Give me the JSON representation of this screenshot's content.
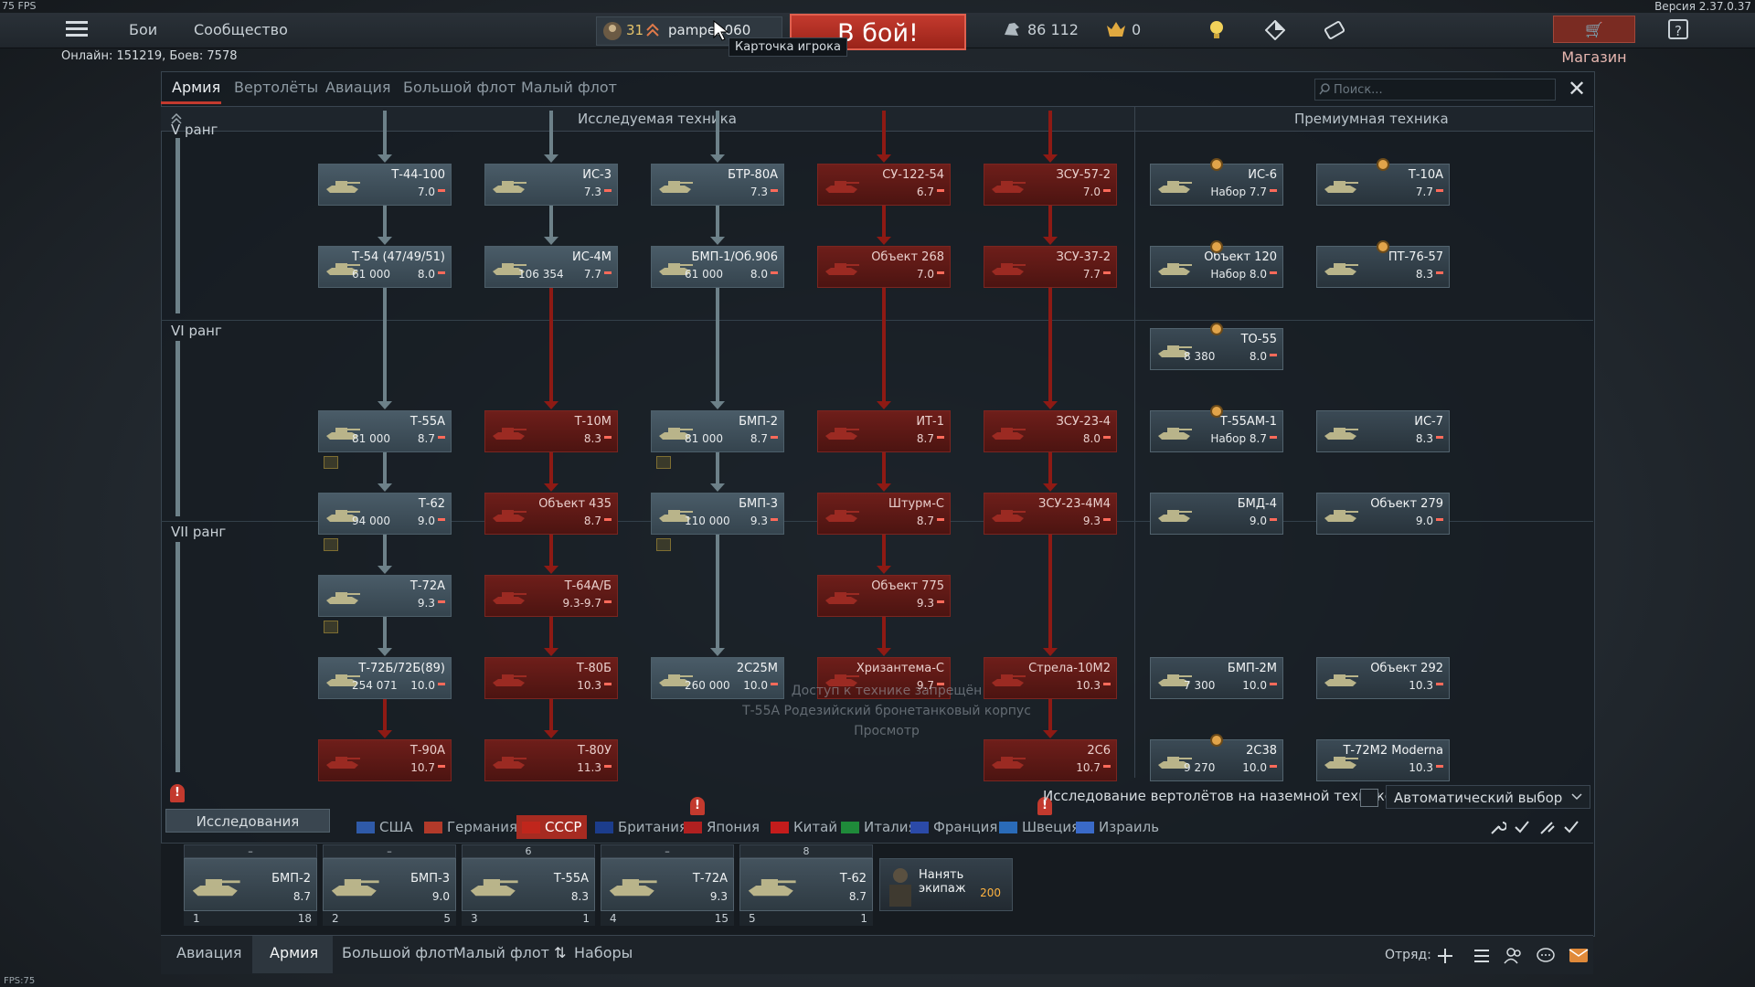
{
  "fps_top": "75 FPS",
  "version": "Версия 2.37.0.37",
  "fps_bottom": "FPS:75",
  "topbar": {
    "battles": "Бои",
    "community": "Сообщество",
    "player_level": "31",
    "player_name": "pampe..060",
    "battle_button": "В бой!",
    "tooltip": "Карточка игрока",
    "silver_lions": "86 112",
    "golden_eagles": "0",
    "shop": "Магазин",
    "help": "?"
  },
  "online_text": "Онлайн: 151219, Боев: 7578",
  "panel": {
    "tabs": [
      "Армия",
      "Вертолёты",
      "Авиация",
      "Большой флот",
      "Малый флот"
    ],
    "search_placeholder": "Поиск...",
    "researched_header": "Исследуемая техника",
    "premium_header": "Премиумная техника"
  },
  "ranks": [
    "V ранг",
    "VI ранг",
    "VII ранг"
  ],
  "tree": {
    "r5": [
      {
        "name": "Т-44-100",
        "br": "7.0",
        "type": "g"
      },
      {
        "name": "ИС-3",
        "br": "7.3",
        "type": "g"
      },
      {
        "name": "БТР-80А",
        "br": "7.3",
        "type": "g"
      },
      {
        "name": "СУ-122-54",
        "br": "6.7",
        "type": "r"
      },
      {
        "name": "ЗСУ-57-2",
        "br": "7.0",
        "type": "r"
      },
      {
        "name": "ИС-6",
        "br": "Набор 7.7",
        "type": "p"
      },
      {
        "name": "Т-10А",
        "br": "7.7",
        "type": "p"
      }
    ],
    "r5b": [
      {
        "name": "Т-54 (47/49/51)",
        "rp": "61 000",
        "br": "8.0",
        "type": "g"
      },
      {
        "name": "ИС-4М",
        "rp": "106 354",
        "br": "7.7",
        "type": "g"
      },
      {
        "name": "БМП-1/Об.906",
        "rp": "61 000",
        "br": "8.0",
        "type": "g"
      },
      {
        "name": "Объект 268",
        "br": "7.0",
        "type": "r"
      },
      {
        "name": "ЗСУ-37-2",
        "br": "7.7",
        "type": "r"
      },
      {
        "name": "Объект 120",
        "br": "Набор 8.0",
        "type": "p"
      },
      {
        "name": "ПТ-76-57",
        "br": "8.3",
        "type": "p"
      }
    ],
    "r5c": [
      {
        "name": "ТО-55",
        "rp": "8 380",
        "br": "8.0",
        "type": "p"
      }
    ],
    "r6a": [
      {
        "name": "Т-55А",
        "rp": "81 000",
        "br": "8.7",
        "type": "g"
      },
      {
        "name": "Т-10М",
        "br": "8.3",
        "type": "r"
      },
      {
        "name": "БМП-2",
        "rp": "81 000",
        "br": "8.7",
        "type": "g"
      },
      {
        "name": "ИТ-1",
        "br": "8.7",
        "type": "r"
      },
      {
        "name": "ЗСУ-23-4",
        "br": "8.0",
        "type": "r"
      },
      {
        "name": "Т-55АМ-1",
        "br": "Набор 8.7",
        "type": "p"
      },
      {
        "name": "ИС-7",
        "br": "8.3",
        "type": "p"
      }
    ],
    "r6b": [
      {
        "name": "Т-62",
        "rp": "94 000",
        "br": "9.0",
        "type": "g"
      },
      {
        "name": "Объект 435",
        "br": "8.7",
        "type": "r"
      },
      {
        "name": "БМП-3",
        "rp": "110 000",
        "br": "9.3",
        "type": "g"
      },
      {
        "name": "Штурм-С",
        "br": "8.7",
        "type": "r"
      },
      {
        "name": "ЗСУ-23-4М4",
        "br": "9.3",
        "type": "r"
      },
      {
        "name": "БМД-4",
        "br": "9.0",
        "type": "p"
      },
      {
        "name": "Объект 279",
        "br": "9.0",
        "type": "p"
      }
    ],
    "r6c": [
      {
        "name": "Т-72А",
        "br": "9.3",
        "type": "g"
      },
      {
        "name": "Т-64А/Б",
        "br": "9.3-9.7",
        "type": "r"
      },
      {
        "name": "Объект 775",
        "br": "9.3",
        "type": "r"
      }
    ],
    "r7a": [
      {
        "name": "Т-72Б/72Б(89)",
        "rp": "254 071",
        "br": "10.0",
        "type": "g"
      },
      {
        "name": "Т-80Б",
        "br": "10.3",
        "type": "r"
      },
      {
        "name": "2С25М",
        "rp": "260 000",
        "br": "10.0",
        "type": "g"
      },
      {
        "name": "Хризантема-С",
        "br": "9.7",
        "type": "r"
      },
      {
        "name": "Стрела-10М2",
        "br": "10.3",
        "type": "r"
      },
      {
        "name": "БМП-2М",
        "rp": "7 300",
        "br": "10.0",
        "type": "p"
      },
      {
        "name": "Объект 292",
        "br": "10.3",
        "type": "p"
      }
    ],
    "r7b": [
      {
        "name": "Т-90А",
        "br": "10.7",
        "type": "r"
      },
      {
        "name": "Т-80У",
        "br": "11.3",
        "type": "r"
      },
      {
        "name": "2С6",
        "br": "10.7",
        "type": "r"
      },
      {
        "name": "2С38",
        "rp": "9 270",
        "br": "10.0",
        "type": "p"
      },
      {
        "name": "Т-72М2 Moderna",
        "br": "10.3",
        "type": "p"
      }
    ]
  },
  "overlay_text": {
    "line1": "Доступ к технике запрещён",
    "line2": "Т-55А Родезийский бронетанковый корпус",
    "view": "Просмотр"
  },
  "heli_research": "Исследование вертолётов на наземной технике",
  "auto_select": "Автоматический выбор",
  "research_button": "Исследования",
  "nations": [
    "США",
    "Германия",
    "СССР",
    "Британия",
    "Япония",
    "Китай",
    "Италия",
    "Франция",
    "Швеция",
    "Израиль"
  ],
  "crew_slots": [
    {
      "top": "–",
      "name": "БМП-2",
      "br": "8.7",
      "num": "1",
      "meta": "18"
    },
    {
      "top": "–",
      "name": "БМП-3",
      "br": "9.0",
      "num": "2",
      "meta": "5"
    },
    {
      "top": "6",
      "name": "Т-55А",
      "br": "8.3",
      "num": "3",
      "meta": "1"
    },
    {
      "top": "–",
      "name": "Т-72А",
      "br": "9.3",
      "num": "4",
      "meta": "15"
    },
    {
      "top": "8",
      "name": "Т-62",
      "br": "8.7",
      "num": "5",
      "meta": "1"
    }
  ],
  "hire_crew": {
    "label": "Нанять экипаж",
    "price": "200"
  },
  "bottom_tabs": [
    "Авиация",
    "Армия",
    "Большой флот",
    "Малый флот",
    "Наборы"
  ],
  "squad_label": "Отряд:",
  "colors": {
    "accent": "#c33a2e",
    "researched": "#4a5c68",
    "locked": "#6e1e1a"
  }
}
